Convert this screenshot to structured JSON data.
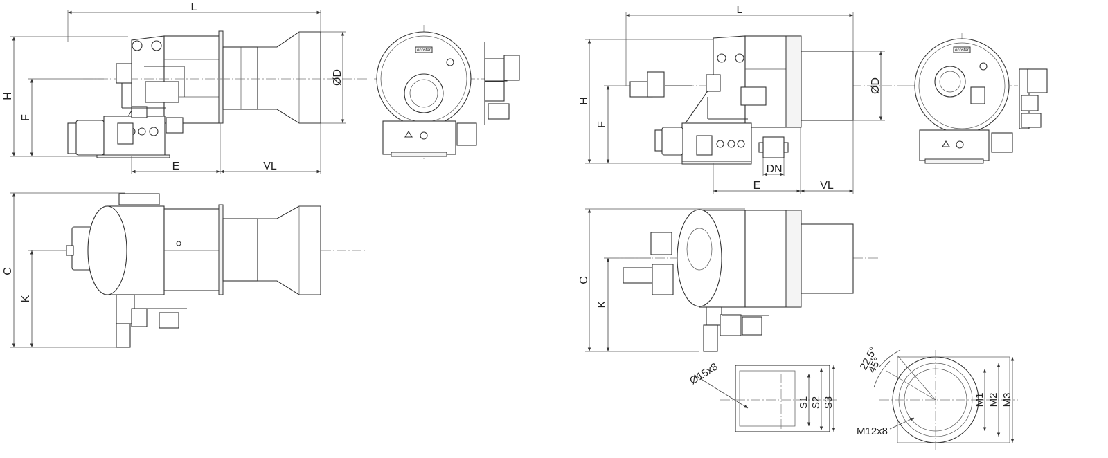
{
  "dimensions": {
    "L": "L",
    "H": "H",
    "F": "F",
    "E": "E",
    "VL": "VL",
    "D": "ØD",
    "C": "C",
    "K": "K",
    "DN": "DN",
    "S1": "S1",
    "S2": "S2",
    "S3": "S3",
    "M1": "M1",
    "M2": "M2",
    "M3": "M3",
    "hole_flange": "Ø15x8",
    "bolt_thread": "M12x8",
    "angle_1": "22,5°",
    "angle_2": "45°"
  },
  "brand": "ecostar"
}
